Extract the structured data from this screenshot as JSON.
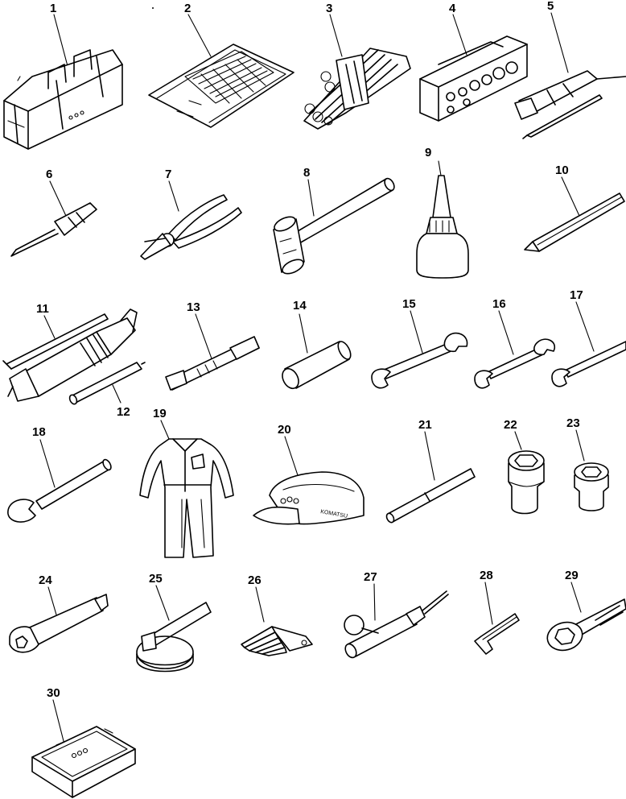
{
  "parts": [
    {
      "number": "1",
      "icon": "tool-bag-icon"
    },
    {
      "number": "2",
      "icon": "manual-booklet-icon"
    },
    {
      "number": "3",
      "icon": "wrench-set-icon"
    },
    {
      "number": "4",
      "icon": "socket-box-icon"
    },
    {
      "number": "5",
      "icon": "screwdriver-handle-icon"
    },
    {
      "number": "6",
      "icon": "screwdriver-icon"
    },
    {
      "number": "7",
      "icon": "pliers-icon"
    },
    {
      "number": "8",
      "icon": "hammer-icon"
    },
    {
      "number": "9",
      "icon": "oil-can-icon"
    },
    {
      "number": "10",
      "icon": "pry-bar-icon"
    },
    {
      "number": "11",
      "icon": "grease-gun-icon"
    },
    {
      "number": "12",
      "icon": "grease-nozzle-pipe-icon"
    },
    {
      "number": "13",
      "icon": "grease-adapter-icon"
    },
    {
      "number": "14",
      "icon": "tube-case-icon"
    },
    {
      "number": "15",
      "icon": "open-end-wrench-icon"
    },
    {
      "number": "16",
      "icon": "open-end-wrench-small-icon"
    },
    {
      "number": "17",
      "icon": "open-end-wrench-long-icon"
    },
    {
      "number": "18",
      "icon": "single-end-wrench-icon"
    },
    {
      "number": "19",
      "icon": "coveralls-icon"
    },
    {
      "number": "20",
      "icon": "cap-icon"
    },
    {
      "number": "21",
      "icon": "bar-icon"
    },
    {
      "number": "22",
      "icon": "socket-large-icon"
    },
    {
      "number": "23",
      "icon": "socket-small-icon"
    },
    {
      "number": "24",
      "icon": "extension-socket-icon"
    },
    {
      "number": "25",
      "icon": "filter-wrench-icon"
    },
    {
      "number": "26",
      "icon": "feeler-gauge-icon"
    },
    {
      "number": "27",
      "icon": "tester-icon"
    },
    {
      "number": "28",
      "icon": "hex-key-icon"
    },
    {
      "number": "29",
      "icon": "ring-wrench-icon"
    },
    {
      "number": "30",
      "icon": "parts-box-icon"
    }
  ],
  "brand_text": {
    "cap_text": "KOMATSU"
  }
}
